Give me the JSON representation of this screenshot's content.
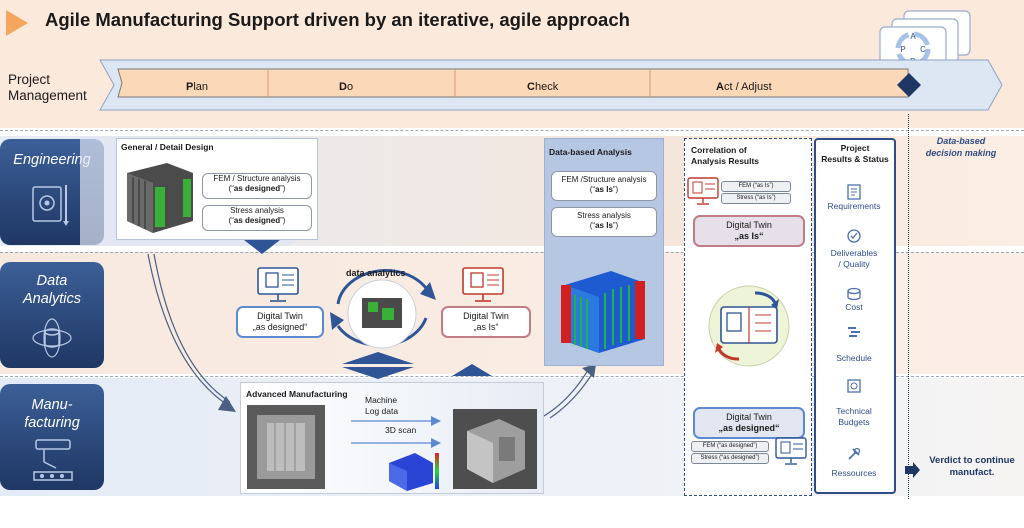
{
  "title": "Agile Manufacturing Support driven by an iterative, agile approach",
  "project_management": {
    "label_line1": "Project",
    "label_line2": "Management",
    "phases": [
      {
        "initial": "P",
        "rest": "lan"
      },
      {
        "initial": "D",
        "rest": "o"
      },
      {
        "initial": "C",
        "rest": "heck"
      },
      {
        "initial": "A",
        "rest": "ct / Adjust"
      }
    ]
  },
  "pdca_icon": {
    "letters": [
      "A",
      "P",
      "C",
      "D"
    ]
  },
  "decision": {
    "line1": "Data-based",
    "line2": "decision making"
  },
  "verdict": {
    "line1": "Verdict to continue",
    "line2": "manufact."
  },
  "rows": {
    "engineering": "Engineering",
    "data_line1": "Data",
    "data_line2": "Analytics",
    "mf_line1": "Manu-",
    "mf_line2": "facturing"
  },
  "design_box": {
    "title": "General / Detail Design",
    "fem_line1": "FEM / Structure analysis",
    "fem_line2_open": "(“",
    "fem_line2_bold": "as designed",
    "fem_line2_close": "”)",
    "stress_line1": "Stress analysis",
    "stress_line2_open": "(“",
    "stress_line2_bold": "as designed",
    "stress_line2_close": "”)"
  },
  "data_analysis_box": {
    "title": "Data-based Analysis",
    "fem_line1": "FEM /Structure analysis",
    "fem_line2_open": "(“",
    "fem_line2_bold": "as Is",
    "fem_line2_close": "”)",
    "stress_line1": "Stress analysis",
    "stress_line2_open": "(“",
    "stress_line2_bold": "as Is",
    "stress_line2_close": "”)"
  },
  "data_analytics": {
    "center_label": "data analytics",
    "twin_designed_line1": "Digital Twin",
    "twin_designed_line2": "„as designed“",
    "twin_asis_line1": "Digital Twin",
    "twin_asis_line2": "„as Is“"
  },
  "manufacturing_box": {
    "title": "Advanced Manufacturing",
    "machine_line1": "Machine",
    "machine_line2": "Log data",
    "scan": "3D scan"
  },
  "correlation": {
    "title_line1": "Correlation of",
    "title_line2": "Analysis Results",
    "fem_asis": "FEM (“as Is”)",
    "stress_asis": "Stress (“as Is”)",
    "twin_asis_line1": "Digital Twin",
    "twin_asis_line2": "„as Is“",
    "twin_designed_line1": "Digital Twin",
    "twin_designed_line2": "„as designed“",
    "fem_designed": "FEM (“as designed”)",
    "stress_designed": "Stress (“as designed”)"
  },
  "results": {
    "title_line1": "Project",
    "title_line2": "Results & Status",
    "items": [
      {
        "label_line1": "Requirements",
        "label_line2": "",
        "icon": "requirements-icon"
      },
      {
        "label_line1": "Deliverables",
        "label_line2": "/ Quality",
        "icon": "deliverables-icon"
      },
      {
        "label_line1": "Cost",
        "label_line2": "",
        "icon": "cost-icon"
      },
      {
        "label_line1": "Schedule",
        "label_line2": "",
        "icon": "schedule-icon"
      },
      {
        "label_line1": "Technical",
        "label_line2": "Budgets",
        "icon": "budget-icon"
      },
      {
        "label_line1": "Ressources",
        "label_line2": "",
        "icon": "resources-icon"
      }
    ]
  },
  "colors": {
    "navy": "#1f3763",
    "accent_orange": "#f4a65e",
    "blue_line": "#5c8ad0",
    "red_line": "#c27c86"
  }
}
